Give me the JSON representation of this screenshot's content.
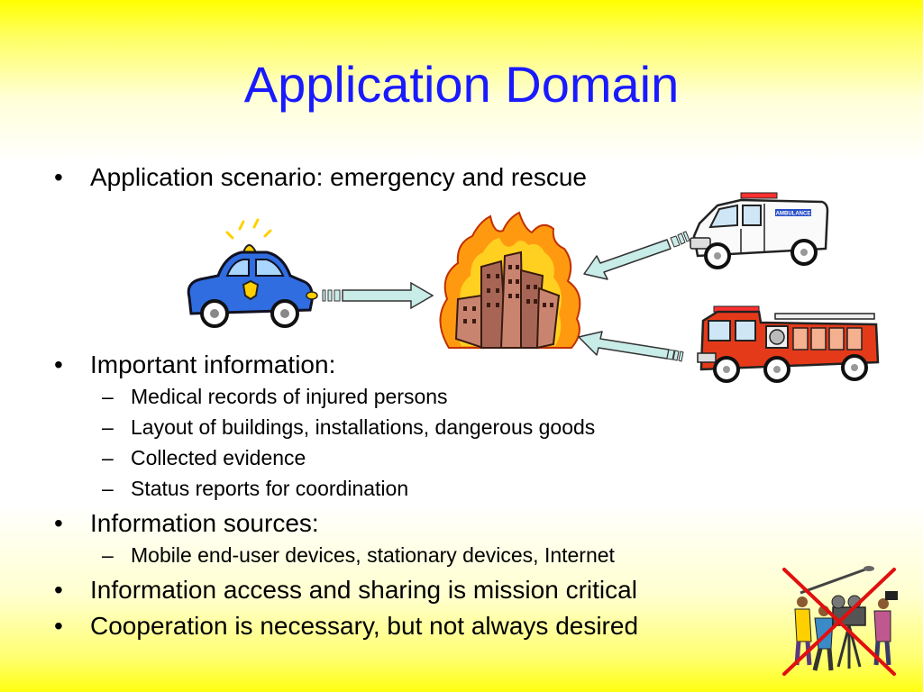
{
  "slide": {
    "title": "Application Domain",
    "bullets": [
      {
        "text": "Application scenario: emergency and rescue",
        "subitems": []
      },
      {
        "text": "Important information:",
        "subitems": [
          "Medical records of injured persons",
          "Layout of buildings, installations, dangerous goods",
          "Collected evidence",
          "Status reports for coordination"
        ]
      },
      {
        "text": "Information sources:",
        "subitems": [
          "Mobile end-user devices, stationary devices, Internet"
        ]
      },
      {
        "text": "Information access and sharing is mission critical",
        "subitems": []
      },
      {
        "text": "Cooperation is necessary, but not always desired",
        "subitems": []
      }
    ],
    "bullet_symbol": "•",
    "sub_symbol": "–"
  },
  "illustrations": {
    "police_car": "police-car-icon",
    "burning_building": "burning-building-icon",
    "ambulance": "ambulance-icon",
    "ambulance_text": "AMBULANCE",
    "fire_truck": "fire-truck-icon",
    "film_crew_crossed": "film-crew-crossed-out-icon"
  },
  "colors": {
    "title": "#1a1aff",
    "arrow_fill": "#c8ece8",
    "cross": "#e01010"
  }
}
